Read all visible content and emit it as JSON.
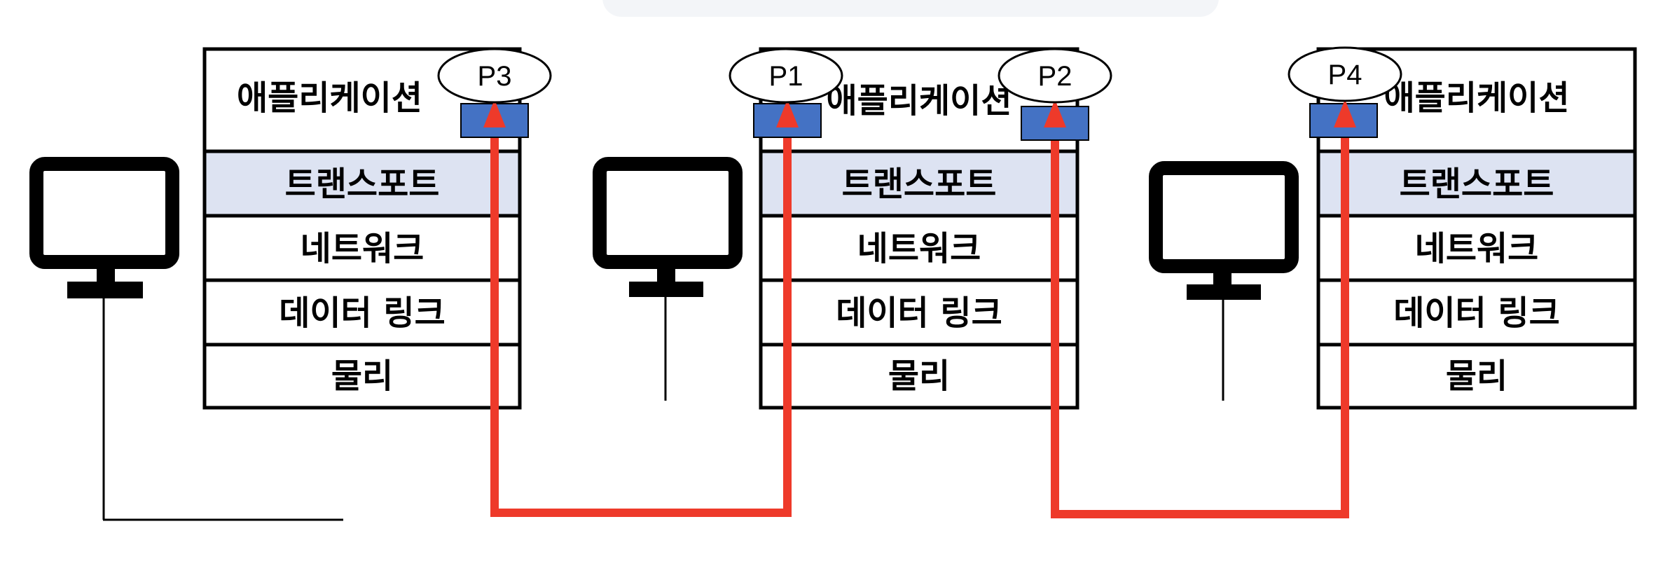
{
  "colors": {
    "stroke": "#000000",
    "transport_fill": "#DDE3F2",
    "port_fill": "#4472C4",
    "link": "#EE3A2A",
    "top_banner": "#F3F5F8"
  },
  "stacks": [
    {
      "layers": [
        {
          "label": "애플리케이션"
        },
        {
          "label": "트랜스포트"
        },
        {
          "label": "네트워크"
        },
        {
          "label": "데이터 링크"
        },
        {
          "label": "물리"
        }
      ]
    },
    {
      "layers": [
        {
          "label": "애플리케이션"
        },
        {
          "label": "트랜스포트"
        },
        {
          "label": "네트워크"
        },
        {
          "label": "데이터 링크"
        },
        {
          "label": "물리"
        }
      ]
    },
    {
      "layers": [
        {
          "label": "애플리케이션"
        },
        {
          "label": "트랜스포트"
        },
        {
          "label": "네트워크"
        },
        {
          "label": "데이터 링크"
        },
        {
          "label": "물리"
        }
      ]
    }
  ],
  "ports": [
    {
      "label": "P3"
    },
    {
      "label": "P1"
    },
    {
      "label": "P2"
    },
    {
      "label": "P4"
    }
  ],
  "icons": [
    {
      "name": "computer-monitor-icon"
    },
    {
      "name": "computer-monitor-icon"
    },
    {
      "name": "computer-monitor-icon"
    }
  ]
}
